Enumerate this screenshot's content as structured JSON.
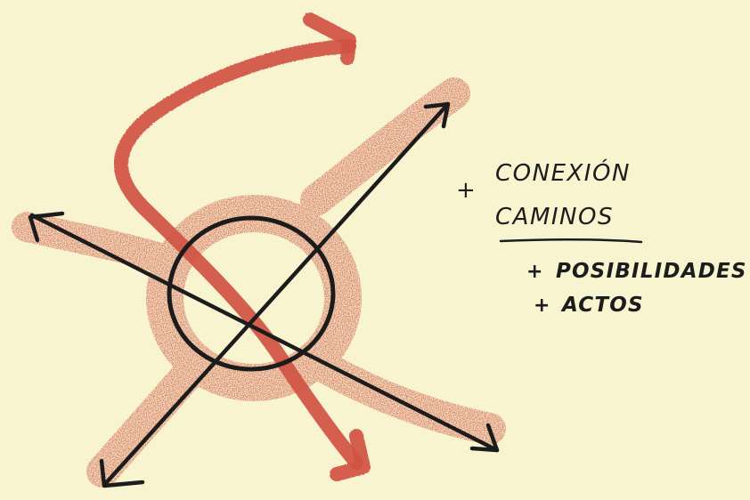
{
  "notes": {
    "line1": "CONEXIÓN",
    "line2": "CAMINOS",
    "item1": "POSIBILIDADES",
    "item2": "ACTOS",
    "plus": "+"
  },
  "colors": {
    "background": "#f8f4d0",
    "crayon_red": "#c9483a",
    "ink": "#1c1c1c"
  }
}
